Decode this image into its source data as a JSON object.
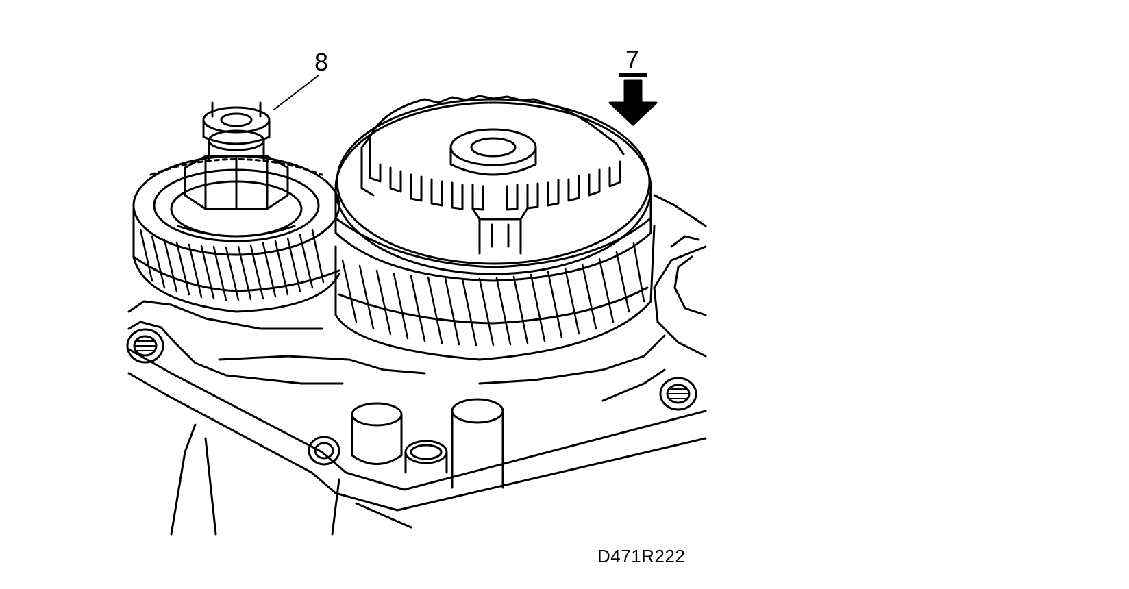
{
  "callouts": {
    "label_8": "8",
    "label_7": "7"
  },
  "figure": {
    "code": "D471R222"
  },
  "colors": {
    "line": "#000000",
    "background": "#ffffff"
  }
}
